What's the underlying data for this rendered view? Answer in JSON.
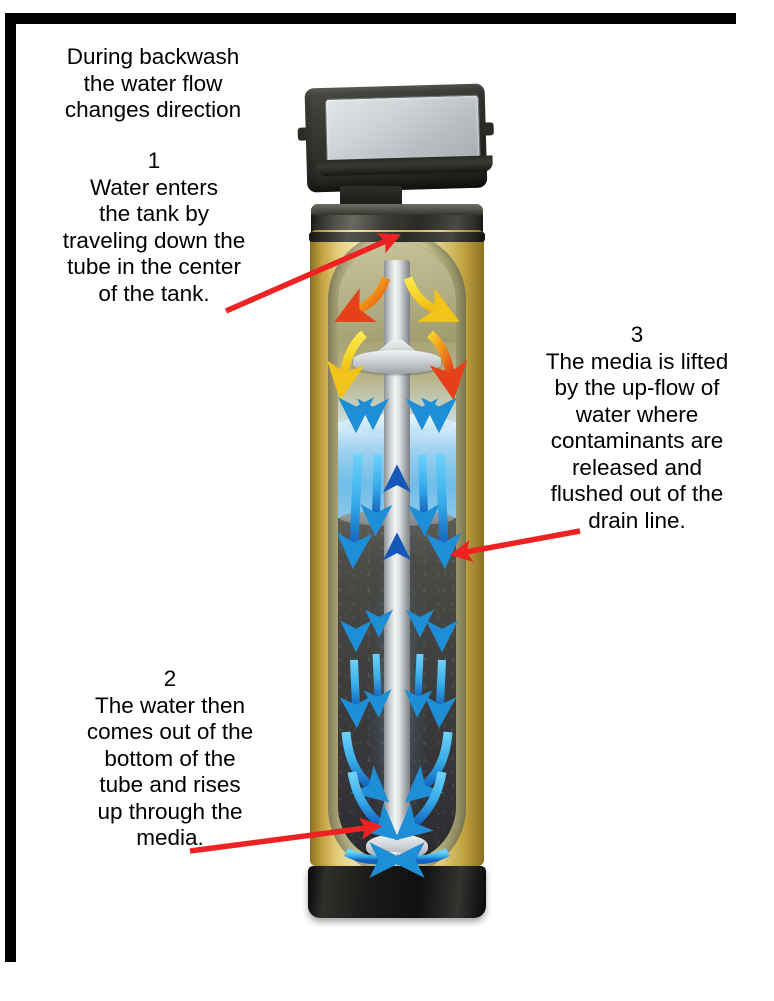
{
  "document": {
    "title": "During backwash the water flow changes direction",
    "border_color": "#000000",
    "background": "#ffffff"
  },
  "callouts": {
    "intro": {
      "id": "intro",
      "text": "During backwash\nthe water flow\nchanges direction"
    },
    "step1": {
      "number": "1",
      "text": "1\nWater enters\nthe tank by\ntraveling down the\ntube in the center\nof the tank."
    },
    "step2": {
      "number": "2",
      "text": "2\nThe water then\ncomes out of the\nbottom of the\ntube and rises\nup through the\nmedia."
    },
    "step3": {
      "number": "3",
      "text": "3\nThe media is lifted\nby the up-flow of\nwater where\ncontaminants are\nreleased and\nflushed out of the\ndrain line."
    }
  },
  "pointers": [
    {
      "name": "pointer-to-valve-inlet",
      "from": [
        226,
        311
      ],
      "to": [
        392,
        238
      ],
      "color": "#ee2222"
    },
    {
      "name": "pointer-to-media-bed",
      "from": [
        580,
        531
      ],
      "to": [
        460,
        553
      ],
      "color": "#ee2222"
    },
    {
      "name": "pointer-to-distributor",
      "from": [
        190,
        851
      ],
      "to": [
        372,
        827
      ],
      "color": "#ee2222"
    }
  ],
  "unit": {
    "name": "water-softener-tank-cutaway",
    "valve_head": {
      "label": "control-valve-head",
      "body_color": "#32322d",
      "display_color": "#ccd1d4"
    },
    "collar_color": "#1f1f1c",
    "tank_shell_color": "#ddc96f",
    "liner_color": "#cac58f",
    "media_color": "#3e3e3c",
    "water_color": "#8ecbe9",
    "riser_color": "#e4e7e9",
    "base_color": "#101010"
  },
  "flow": {
    "inlet_arrows_color_start": "#f7e23a",
    "inlet_arrows_color_end": "#e8481b",
    "backwash_arrows_color_start": "#4fc3f7",
    "backwash_arrows_color_end": "#1565c0",
    "legend": [
      {
        "name": "inlet-downflow-arrow",
        "color": "#ef6c1a",
        "direction": "down-out"
      },
      {
        "name": "inlet-downflow-arrow-yellow",
        "color": "#f5d52e",
        "direction": "down-out"
      },
      {
        "name": "media-upflow-arrow",
        "color": "#29a3e8",
        "direction": "down-through-media"
      },
      {
        "name": "riser-upflow-arrow",
        "color": "#1565c0",
        "direction": "up-riser"
      }
    ]
  }
}
